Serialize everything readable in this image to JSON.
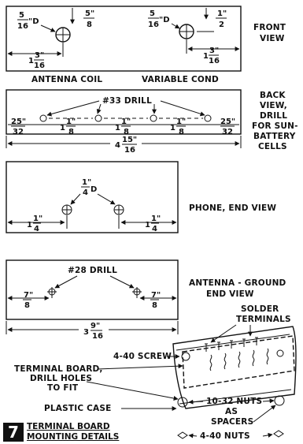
{
  "figure_number": "7",
  "caption": {
    "line1": "TERMINAL BOARD",
    "line2": "MOUNTING DETAILS"
  },
  "front_view": {
    "title_line1": "FRONT",
    "title_line2": "VIEW",
    "left_hole_dia": {
      "num": "5",
      "den": "16",
      "unit": "\"D"
    },
    "left_top": {
      "num": "5\"",
      "den": "8"
    },
    "left_side": {
      "whole": "1",
      "num": "3\"",
      "den": "16"
    },
    "right_hole_dia": {
      "num": "5",
      "den": "16",
      "unit": "\"D"
    },
    "right_top": {
      "num": "1\"",
      "den": "2"
    },
    "right_side": {
      "whole": "1",
      "num": "3\"",
      "den": "16"
    },
    "label_left": "ANTENNA COIL",
    "label_right": "VARIABLE COND"
  },
  "back_view": {
    "title_lines": [
      "BACK",
      "VIEW,",
      "DRILL",
      "FOR SUN-",
      "BATTERY",
      "CELLS"
    ],
    "drill_label": "#33 DRILL",
    "dims": [
      {
        "num": "25\"",
        "den": "32"
      },
      {
        "whole": "1",
        "num": "1\"",
        "den": "8"
      },
      {
        "whole": "1",
        "num": "1\"",
        "den": "8"
      },
      {
        "whole": "1",
        "num": "1\"",
        "den": "8"
      },
      {
        "num": "25\"",
        "den": "32"
      }
    ],
    "overall": {
      "whole": "4",
      "num": "15\"",
      "den": "16"
    }
  },
  "phone_view": {
    "title": "PHONE, END VIEW",
    "hole_dia": {
      "num": "1\"",
      "den": "4",
      "unit": "D"
    },
    "left": {
      "whole": "1",
      "num": "1\"",
      "den": "4"
    },
    "right": {
      "whole": "1",
      "num": "1\"",
      "den": "4"
    }
  },
  "antenna_ground_view": {
    "title_lines": [
      "ANTENNA - GROUND",
      "END VIEW"
    ],
    "drill_label": "#28 DRILL",
    "left": {
      "num": "7\"",
      "den": "8"
    },
    "right": {
      "num": "7\"",
      "den": "8"
    },
    "overall": {
      "whole": "3",
      "num": "9\"",
      "den": "16"
    }
  },
  "assembly": {
    "solder_terminals": [
      "SOLDER",
      "TERMINALS"
    ],
    "screw": "4-40 SCREW",
    "terminal_board": [
      "TERMINAL BOARD,",
      "DRILL HOLES",
      "TO FIT"
    ],
    "plastic_case": "PLASTIC CASE",
    "spacers": [
      "10-32 NUTS",
      "AS",
      "SPACERS"
    ],
    "nuts": "4-40 NUTS"
  }
}
